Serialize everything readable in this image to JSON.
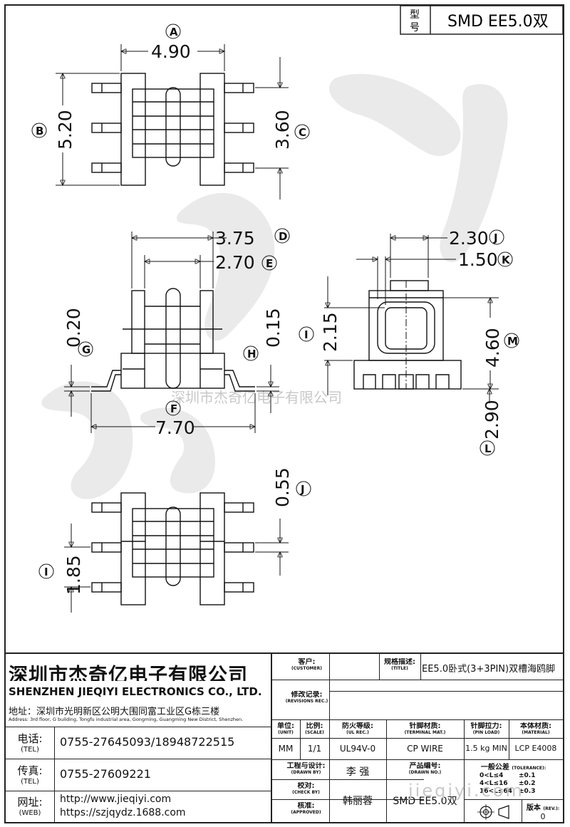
{
  "header": {
    "model_label_1": "型",
    "model_label_2": "号",
    "model_value": "SMD EE5.0双"
  },
  "dimensions": {
    "A": {
      "letter": "A",
      "value": "4.90"
    },
    "B": {
      "letter": "B",
      "value": "5.20"
    },
    "C": {
      "letter": "C",
      "value": "3.60"
    },
    "D": {
      "letter": "D",
      "value": "3.75"
    },
    "E": {
      "letter": "E",
      "value": "2.70"
    },
    "F": {
      "letter": "F",
      "value": "7.70"
    },
    "G": {
      "letter": "G",
      "value": "0.20"
    },
    "H": {
      "letter": "H",
      "value": "0.15"
    },
    "I_side": {
      "letter": "I",
      "value": "2.15"
    },
    "J_top": {
      "letter": "J",
      "value": "2.30"
    },
    "K": {
      "letter": "K",
      "value": "1.50"
    },
    "L": {
      "letter": "L",
      "value": "2.90"
    },
    "M": {
      "letter": "M",
      "value": "4.60"
    },
    "J_bottom": {
      "letter": "J",
      "value": "0.55"
    },
    "I_bottom": {
      "letter": "I",
      "value": "1.85"
    }
  },
  "watermark": {
    "center_text": "深圳市杰奇亿电子有限公司",
    "corner_text": "jieqiyi.com"
  },
  "company": {
    "name_cn": "深圳市杰奇亿电子有限公司",
    "name_en": "SHENZHEN JIEQIYI ELECTRONICS CO., LTD.",
    "address_cn": "地址：深圳市光明新区公明大围同富工业区G栋三楼",
    "address_en": "Address: 3rd floor, G building, Tongfu industrial area, Gongming, Guangming New District, Shenzhen.",
    "tel_label": "电话:",
    "tel_label_en": "(TEL)",
    "tel_value": "0755-27645093/18948722515",
    "fax_label": "传真:",
    "fax_label_en": "(TEL)",
    "fax_value": "0755-27609221",
    "web_label": "网址:",
    "web_label_en": "(WEB)",
    "web_value_1": "http://www.jieqiyi.com",
    "web_value_2": "https://szjqydz.1688.com"
  },
  "spec_table": {
    "customer_label": "客户:",
    "customer_label_en": "(CUSTOMER)",
    "title_label": "规格描述:",
    "title_label_en": "(TITLE)",
    "title_value": "EE5.0卧式(3+3PIN)双槽海鸥脚",
    "revisions_label": "修改记录:",
    "revisions_label_en": "(REVISIONS REC.)",
    "unit_label": "单位:",
    "unit_label_en": "(UNIT)",
    "unit_value": "MM",
    "scale_label": "比例:",
    "scale_label_en": "(SCALE)",
    "scale_value": "1/1",
    "ul_label": "防火等级:",
    "ul_label_en": "(UL REC.)",
    "ul_value": "UL94V-0",
    "terminal_label": "针脚材质:",
    "terminal_label_en": "(TERMINAL MAT.)",
    "terminal_value": "CP WIRE",
    "pinload_label": "针脚拉力:",
    "pinload_label_en": "(PIN LOAD)",
    "pinload_value": "1.5 kg MIN",
    "material_label": "本体材质:",
    "material_label_en": "(MATERIAL)",
    "material_value": "LCP  E4008",
    "drawn_label": "工程与设计:",
    "drawn_label_en": "(DRAWN BY)",
    "drawn_value": "李 强",
    "drawing_no_label": "产品编号:",
    "drawing_no_label_en": "(DRAWN NO.)",
    "drawing_no_value": "SMD EE5.0双",
    "check_label": "校对:",
    "check_label_en": "(CHECK BY)",
    "approved_label": "核准:",
    "approved_label_en": "(APPROVED)",
    "approved_value": "韩丽蓉",
    "tolerance_label": "一般公差",
    "tolerance_label_en": "(TOLERANCE):",
    "tolerance_rows": [
      {
        "range": "0<L≤4",
        "value": "±0.1"
      },
      {
        "range": "4<L≤16",
        "value": "±0.2"
      },
      {
        "range": "16<L≤64",
        "value": "±0.3"
      }
    ],
    "rev_label": "版本",
    "rev_label_en": "(REV.):",
    "rev_value": "0"
  }
}
